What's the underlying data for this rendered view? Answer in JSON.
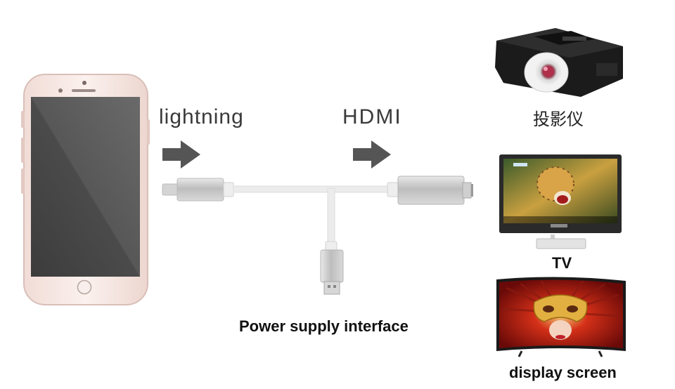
{
  "labels": {
    "lightning": "lightning",
    "hdmi": "HDMI",
    "projector": "投影仪",
    "tv": "TV",
    "display": "display screen",
    "power": "Power supply interface"
  },
  "icons": {
    "phone": "phone-icon",
    "projector": "projector-icon",
    "tv": "tv-icon",
    "display": "curved-display-icon",
    "arrow": "arrow-right-icon"
  },
  "colors": {
    "phone_frame": "#f7e9e6",
    "phone_screen": "#4a4a4a",
    "cable": "#e6e6e6",
    "connector": "#c9c9c9",
    "arrow": "#555555"
  }
}
